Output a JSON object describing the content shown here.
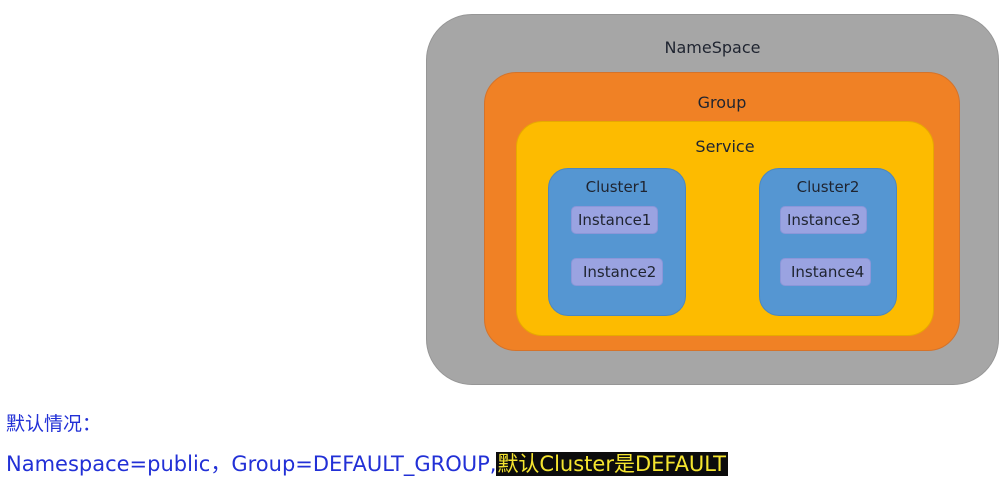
{
  "diagram": {
    "namespace": "NameSpace",
    "group": "Group",
    "service": "Service",
    "clusters": [
      {
        "name": "Cluster1",
        "instances": [
          "Instance1",
          "Instance2"
        ]
      },
      {
        "name": "Cluster2",
        "instances": [
          "Instance3",
          "Instance4"
        ]
      }
    ]
  },
  "note": {
    "title": "默认情况：",
    "defaults": "Namespace=public，Group=DEFAULT_GROUP,",
    "highlight": "默认Cluster是DEFAULT"
  },
  "colors": {
    "namespace": "#a6a6a6",
    "group": "#f08125",
    "service": "#fdbb00",
    "cluster": "#5596d2",
    "instance": "#9aa3e1",
    "note_text": "#2230d6",
    "highlight_bg": "#0c0c0c",
    "highlight_text": "#f5e52f"
  }
}
